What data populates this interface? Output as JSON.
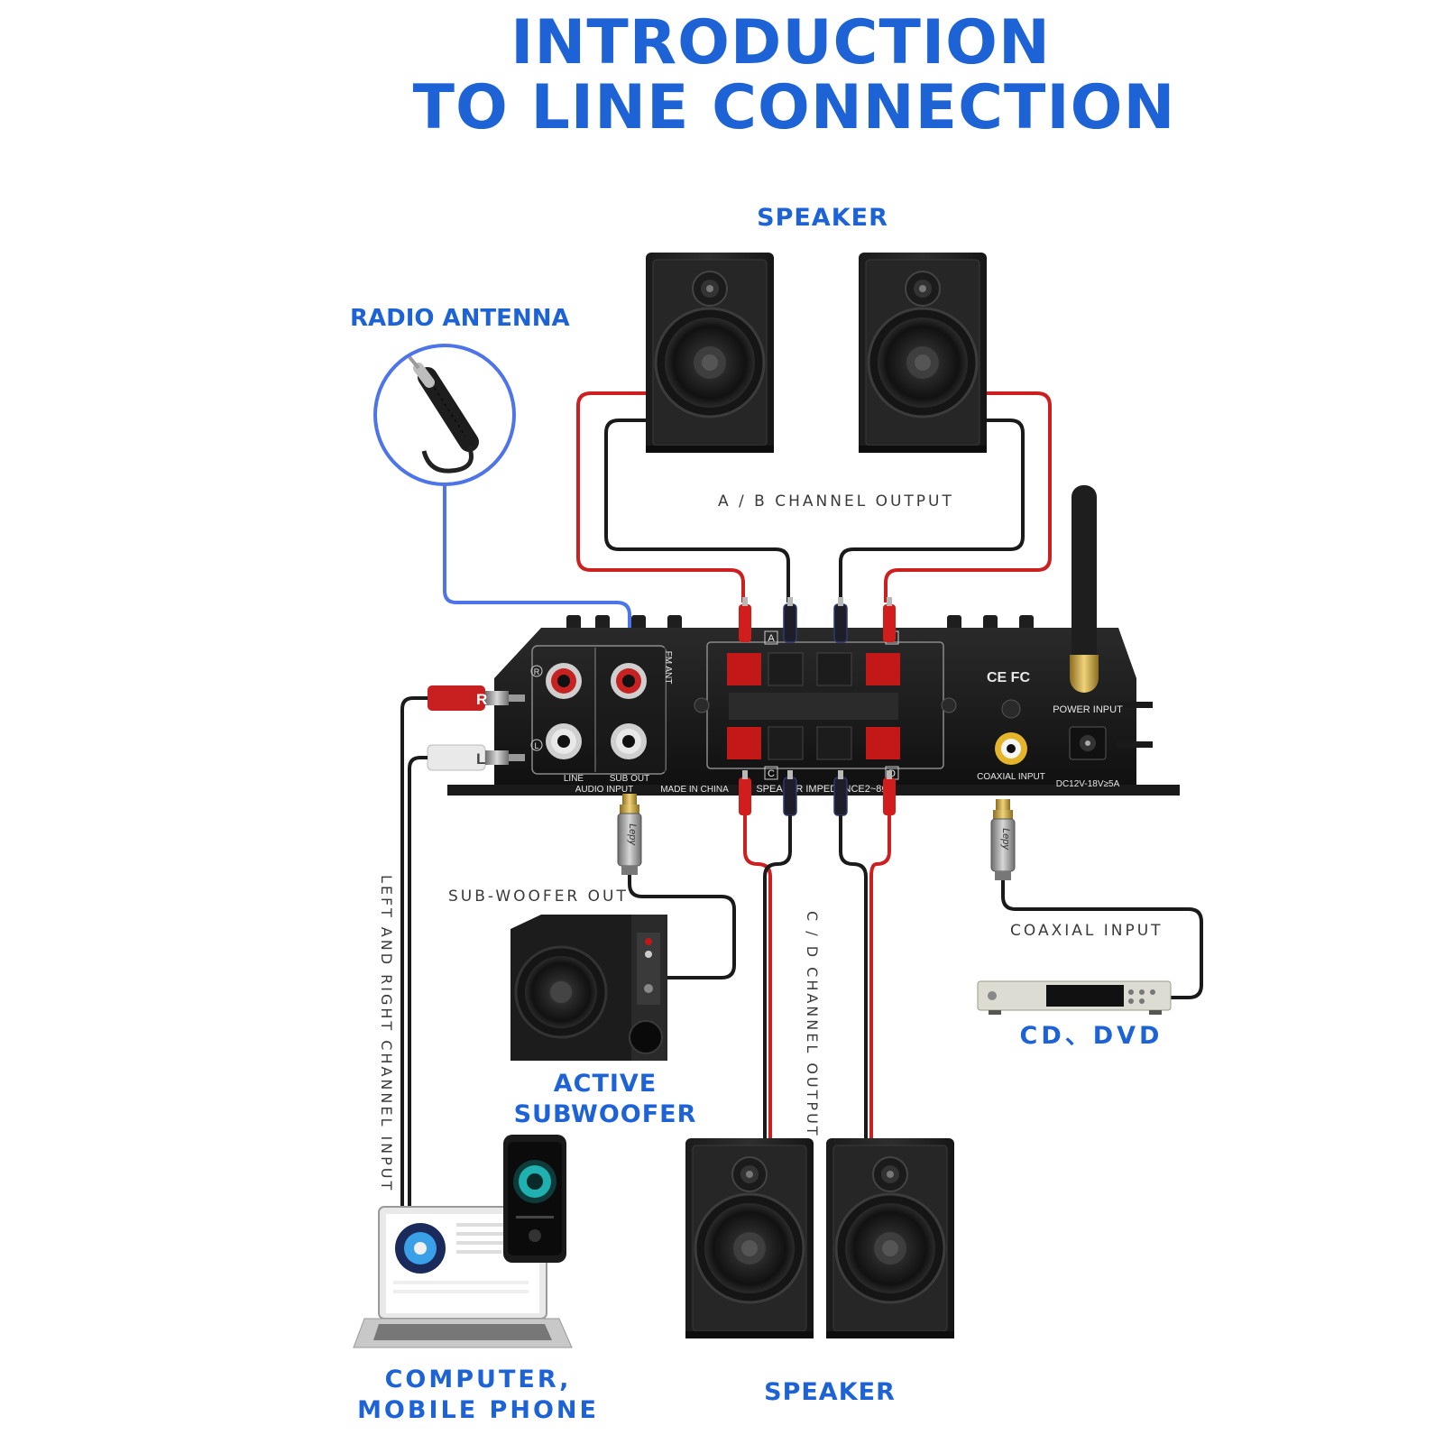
{
  "title": {
    "line1": "INTRODUCTION",
    "line2": "TO LINE CONNECTION"
  },
  "labels": {
    "speaker_top": "SPEAKER",
    "radio_antenna": "RADIO ANTENNA",
    "ab_channel_output": "A / B CHANNEL OUTPUT",
    "sub_woofer_out": "SUB-WOOFER OUT",
    "active_subwoofer_line1": "ACTIVE",
    "active_subwoofer_line2": "SUBWOOFER",
    "coaxial_input": "COAXIAL INPUT",
    "cd_dvd": "CD、DVD",
    "cd_channel_output": "C / D CHANNEL OUTPUT",
    "left_right_input": "LEFT AND RIGHT CHANNEL INPUT",
    "computer_line1": "COMPUTER,",
    "computer_line2": "MOBILE PHONE",
    "speaker_bottom": "SPEAKER"
  },
  "amplifier": {
    "rca_r": "R",
    "rca_l": "L",
    "line": "LINE",
    "sub_out": "SUB OUT",
    "fm_ant": "FM ANT",
    "audio_input": "AUDIO INPUT",
    "made_in_china": "MADE IN CHINA",
    "speaker_impedance": "SPEAKER IMPEDANCE2~8Ω",
    "channel_a": "A",
    "channel_b": "B",
    "channel_c": "C",
    "channel_d": "D",
    "cert": "CE FC",
    "power_input": "POWER INPUT",
    "coaxial_input": "COAXIAL INPUT",
    "dc_rating": "DC12V-18V≥5A",
    "r_mark": "R",
    "l_mark": "L",
    "cable_brand": "Lepy"
  },
  "colors": {
    "accent_blue": "#1d63d6",
    "wire_red": "#cc1f1f",
    "wire_black": "#1a1a1a",
    "antenna_wire": "#4d74e8"
  }
}
